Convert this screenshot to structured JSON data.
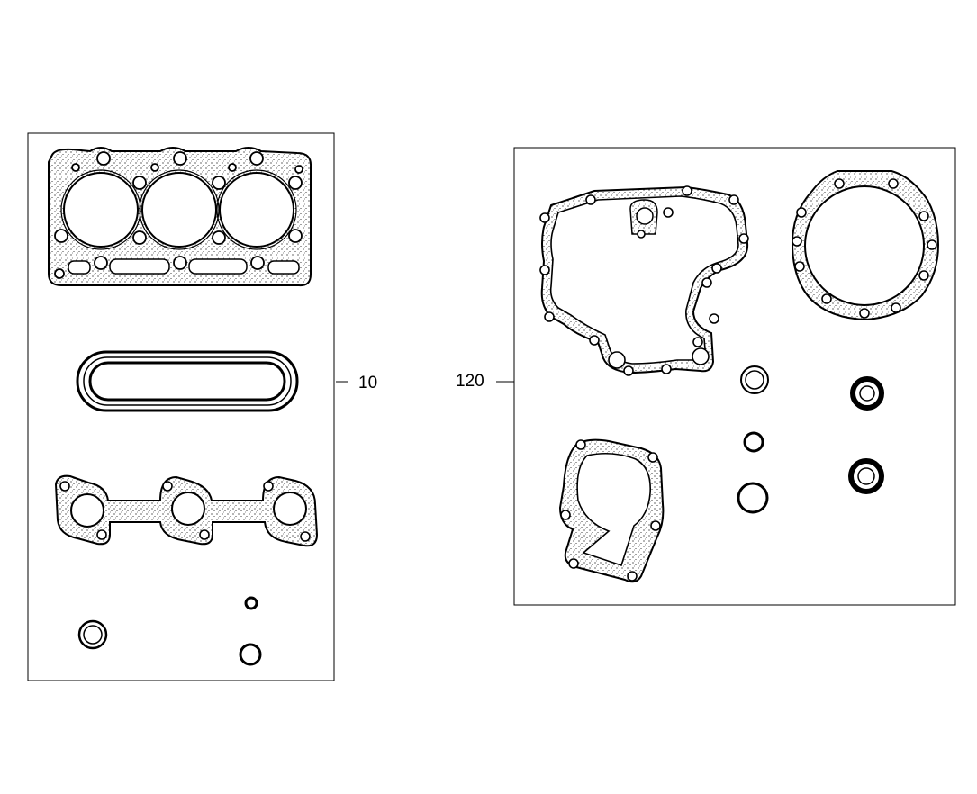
{
  "kits": [
    {
      "callout": "10",
      "parts": [
        "cylinder-head-gasket",
        "valve-cover-gasket",
        "exhaust-manifold-gasket",
        "seal-ring",
        "o-ring-small",
        "o-ring-medium"
      ]
    },
    {
      "callout": "120",
      "parts": [
        "timing-cover-gasket",
        "flywheel-housing-gasket",
        "water-pump-gasket",
        "seal-ring",
        "o-ring-small",
        "o-ring-large",
        "oil-seal-small",
        "oil-seal-large"
      ]
    }
  ],
  "colors": {
    "line": "#000000",
    "background": "#ffffff",
    "gasket_fill": "#f2f2f2"
  }
}
